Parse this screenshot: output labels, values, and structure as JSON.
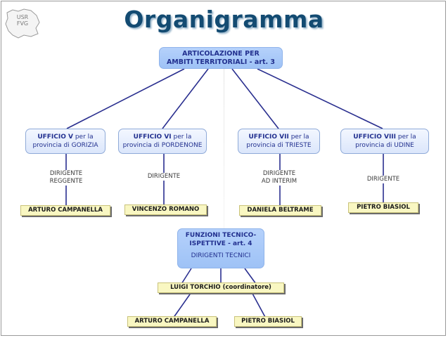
{
  "logo": {
    "line1": "USR",
    "line2": "FVG"
  },
  "title": "Organigramma",
  "top": {
    "line1": "ARTICOLAZIONE PER",
    "line2": "AMBITI TERRITORIALI - art. 3"
  },
  "offices": [
    {
      "head": "UFFICIO V",
      "rest": " per la",
      "line2": "provincia di GORIZIA",
      "role1": "DIRIGENTE",
      "role2": "REGGENTE",
      "person": "ARTURO CAMPANELLA"
    },
    {
      "head": "UFFICIO VI",
      "rest": " per la",
      "line2": "provincia di PORDENONE",
      "role1": "DIRIGENTE",
      "role2": "",
      "person": "VINCENZO ROMANO"
    },
    {
      "head": "UFFICIO VII",
      "rest": " per la",
      "line2": "provincia di TRIESTE",
      "role1": "DIRIGENTE",
      "role2": "AD INTERIM",
      "person": "DANIELA BELTRAME"
    },
    {
      "head": "UFFICIO VIII",
      "rest": " per la",
      "line2": "provincia di UDINE",
      "role1": "DIRIGENTE",
      "role2": "",
      "person": "PIETRO BIASIOL"
    }
  ],
  "funzioni": {
    "line1": "FUNZIONI TECNICO-",
    "line2": "ISPETTIVE - art. 4",
    "sub": "DIRIGENTI TECNICI",
    "coordinator": "LUIGI TORCHIO (coordinatore)",
    "members": [
      "ARTURO CAMPANELLA",
      "PIETRO BIASIOL"
    ]
  },
  "colors": {
    "title": "#134b72",
    "line": "#2a2f8f",
    "box_fill": "#dbe6fb",
    "box_accent": "#9ec2f6",
    "name_fill": "#f9f7c2"
  }
}
